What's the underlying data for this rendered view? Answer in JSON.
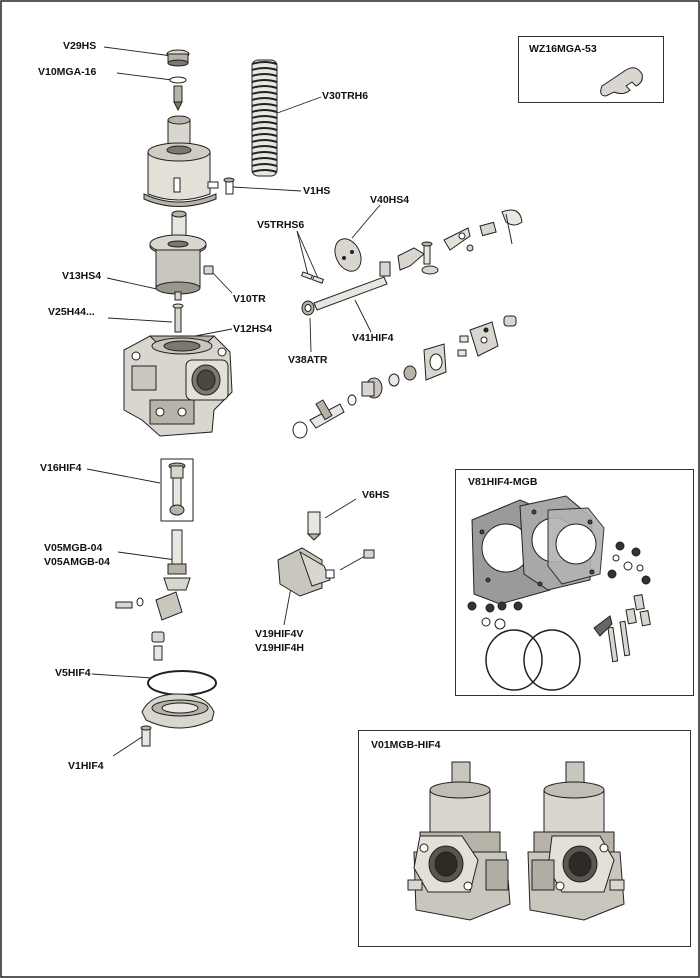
{
  "part_labels": {
    "v29hs": "V29HS",
    "v10mga16": "V10MGA-16",
    "v30trh6": "V30TRH6",
    "v1hs": "V1HS",
    "v40hs4": "V40HS4",
    "v5trhs6": "V5TRHS6",
    "v13hs4": "V13HS4",
    "v10tr": "V10TR",
    "v25h44": "V25H44...",
    "v12hs4": "V12HS4",
    "v41hif4": "V41HIF4",
    "v38atr": "V38ATR",
    "v16hif4": "V16HIF4",
    "v05mgb04": "V05MGB-04",
    "v05amgb04": "V05AMGB-04",
    "v6hs": "V6HS",
    "v19hif4v": "V19HIF4V",
    "v19hif4h": "V19HIF4H",
    "v5hif4": "V5HIF4",
    "v1hif4": "V1HIF4"
  },
  "boxes": {
    "spanner_title": "WZ16MGA-53",
    "gasket_kit_title": "V81HIF4-MGB",
    "carb_pair_title": "V01MGB-HIF4"
  },
  "colors": {
    "line": "#222222",
    "metal_light": "#d9d6cf",
    "metal_mid": "#b8b3a8",
    "metal_dark": "#7d786f",
    "gasket_grey": "#9a9a9a"
  }
}
